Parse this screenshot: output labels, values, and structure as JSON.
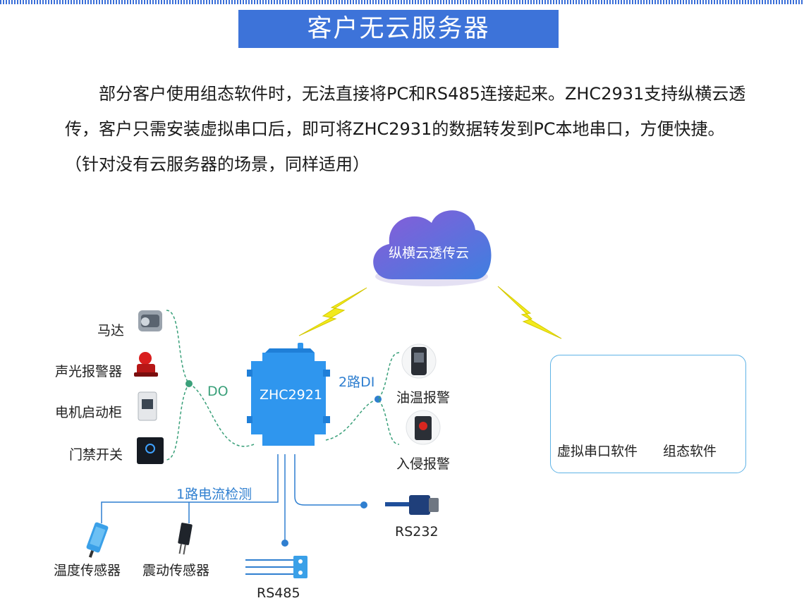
{
  "title": "客户无云服务器",
  "intro": "部分客户使用组态软件时，无法直接将PC和RS485连接起来。ZHC2931支持纵横云透传，客户只需安装虚拟串口后，即可将ZHC2931的数据转发到PC本地串口，方便快捷。（针对没有云服务器的场景，同样适用）",
  "cloud": {
    "label": "纵横云透传云"
  },
  "device": {
    "label": "ZHC2921"
  },
  "do_section": {
    "label": "DO",
    "items": [
      "马达",
      "声光报警器",
      "电机启动柜",
      "门禁开关"
    ]
  },
  "di_section": {
    "label": "2路DI",
    "items": [
      "油温报警",
      "入侵报警"
    ]
  },
  "current_section": {
    "label": "1路电流检测",
    "items": [
      "温度传感器",
      "震动传感器"
    ]
  },
  "ports": {
    "rs485": "RS485",
    "rs232": "RS232"
  },
  "pc": {
    "virtual_serial": "虚拟串口软件",
    "config_software": "组态软件"
  },
  "colors": {
    "title_bg": "#3d73d9",
    "device": "#2f96ee",
    "cloud": "#6a62d8",
    "line": "#2f7fd0",
    "dash": "#3aa07a",
    "lightning": "#f2ea1c"
  }
}
